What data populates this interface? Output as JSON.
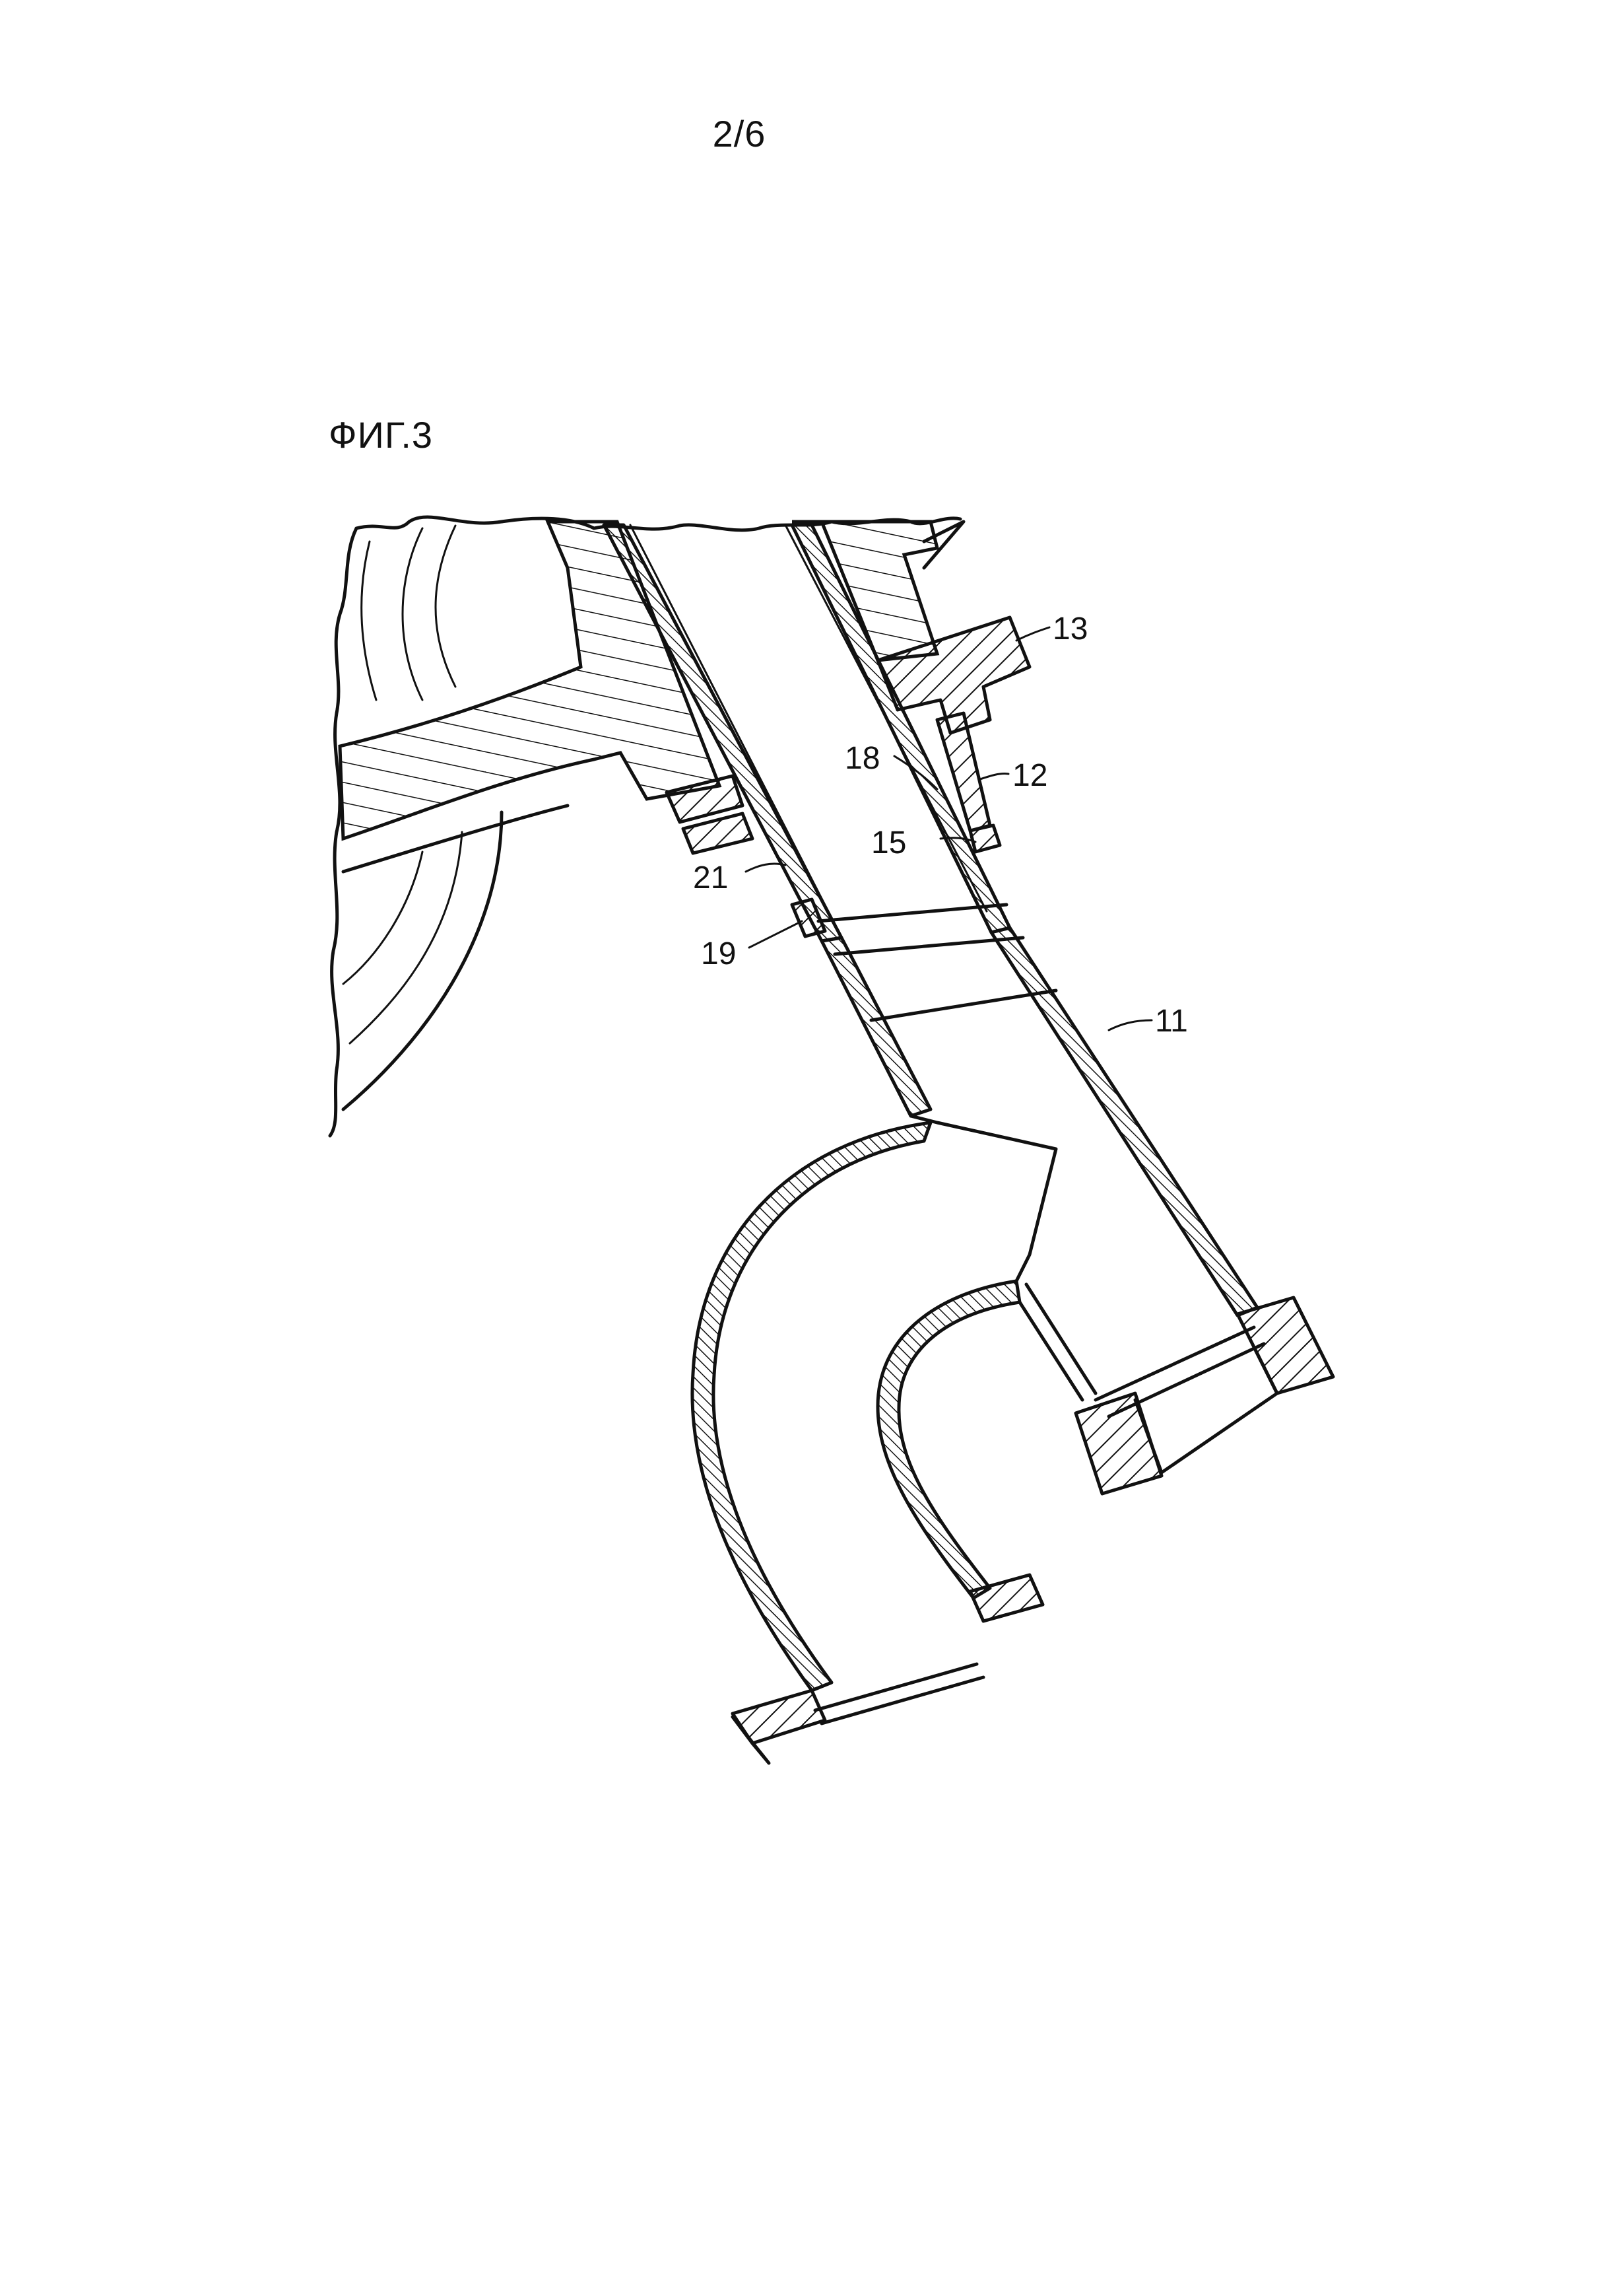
{
  "page": {
    "number": "2/6"
  },
  "figure": {
    "label": "ФИГ.3"
  },
  "callouts": [
    {
      "id": "13",
      "text": "13"
    },
    {
      "id": "12",
      "text": "12"
    },
    {
      "id": "18",
      "text": "18"
    },
    {
      "id": "15",
      "text": "15"
    },
    {
      "id": "21",
      "text": "21"
    },
    {
      "id": "19",
      "text": "19"
    },
    {
      "id": "11",
      "text": "11"
    }
  ],
  "colors": {
    "ink": "#111111",
    "paper": "#ffffff"
  }
}
